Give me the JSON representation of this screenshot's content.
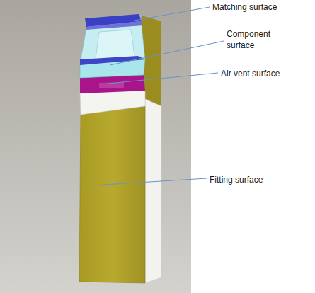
{
  "diagram": {
    "labels": [
      "Matching surface",
      "Component surface",
      "Air vent surface",
      "Fitting surface"
    ]
  }
}
